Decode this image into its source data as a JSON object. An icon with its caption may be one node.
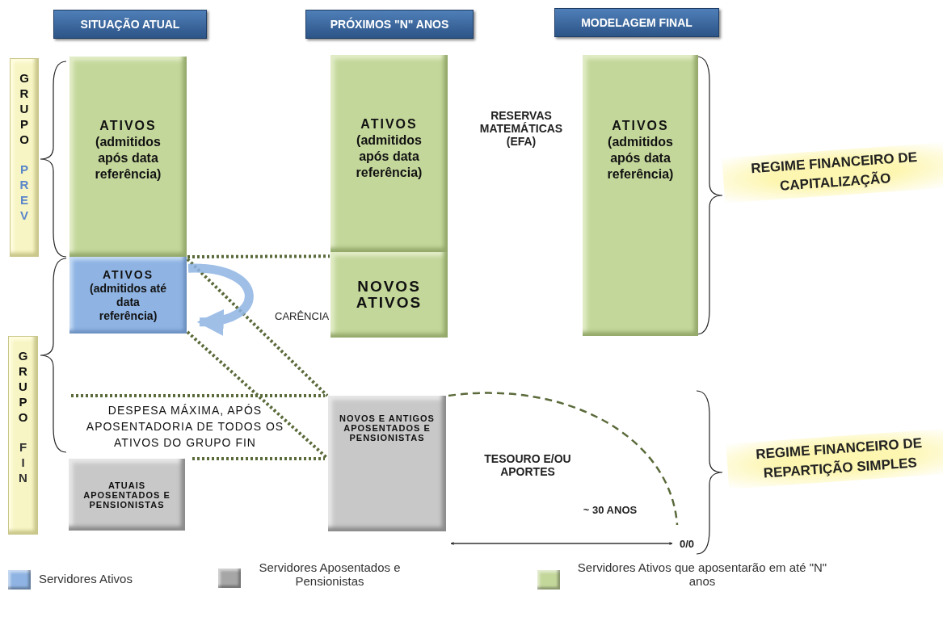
{
  "diagram": {
    "nodes": [
      {
        "text": [
          "SITUAÇÃO ATUAL"
        ]
      },
      {
        "text": [
          "PRÓXIMOS \"N\" ANOS"
        ]
      },
      {
        "text": [
          "MODELAGEM FINAL"
        ]
      },
      {
        "text": [
          "GRUPO",
          "PREV"
        ]
      },
      {
        "text": [
          "GRUPO",
          "FIN"
        ]
      },
      {
        "text": [
          "ATIVOS",
          "(admitidos após data referência)"
        ]
      },
      {
        "text": [
          "ATIVOS",
          "(admitidos até data referência)"
        ]
      },
      {
        "text": [
          "ATUAIS APOSENTADOS E PENSIONISTAS"
        ]
      },
      {
        "text": [
          "ATIVOS",
          "(admitidos após data referência)"
        ]
      },
      {
        "text": [
          "NOVOS ATIVOS"
        ]
      },
      {
        "text": [
          "NOVOS E ANTIGOS APOSENTADOS E PENSIONISTAS"
        ]
      },
      {
        "text": [
          "ATIVOS",
          "(admitidos após data referência)"
        ]
      }
    ],
    "edges": [
      {
        "from": 6,
        "to": 9,
        "arrow": "none",
        "style": "dashed"
      },
      {
        "from": 6,
        "to": 10,
        "arrow": "none",
        "style": "dashed"
      },
      {
        "from": 6,
        "to": 10,
        "arrow": "none",
        "style": "dashed"
      },
      {
        "from": 6,
        "to": 6,
        "arrow": "to",
        "style": "thick",
        "color": "#8fb4e3"
      }
    ],
    "labels": [
      "RESERVAS MATEMÁTICAS (EFA)",
      "REGIME FINANCEIRO DE CAPITALIZAÇÃO",
      "CARÊNCIA",
      "DESPESA MÁXIMA, APÓS APOSENTADORIA DE TODOS OS ATIVOS DO GRUPO FIN",
      "TESOURO E/OU APORTES",
      "REGIME FINANCEIRO DE REPARTIÇÃO SIMPLES",
      "~ 30 ANOS",
      "0/0"
    ],
    "legend": [
      {
        "text": "Servidores Ativos",
        "color": "#8fb4e3"
      },
      {
        "text": "Servidores Aposentados e Pensionistas",
        "color": "#a6a6a6"
      },
      {
        "text": "Servidores Ativos que aposentarão em até \"N\" anos",
        "color": "#c4d79b"
      }
    ]
  }
}
